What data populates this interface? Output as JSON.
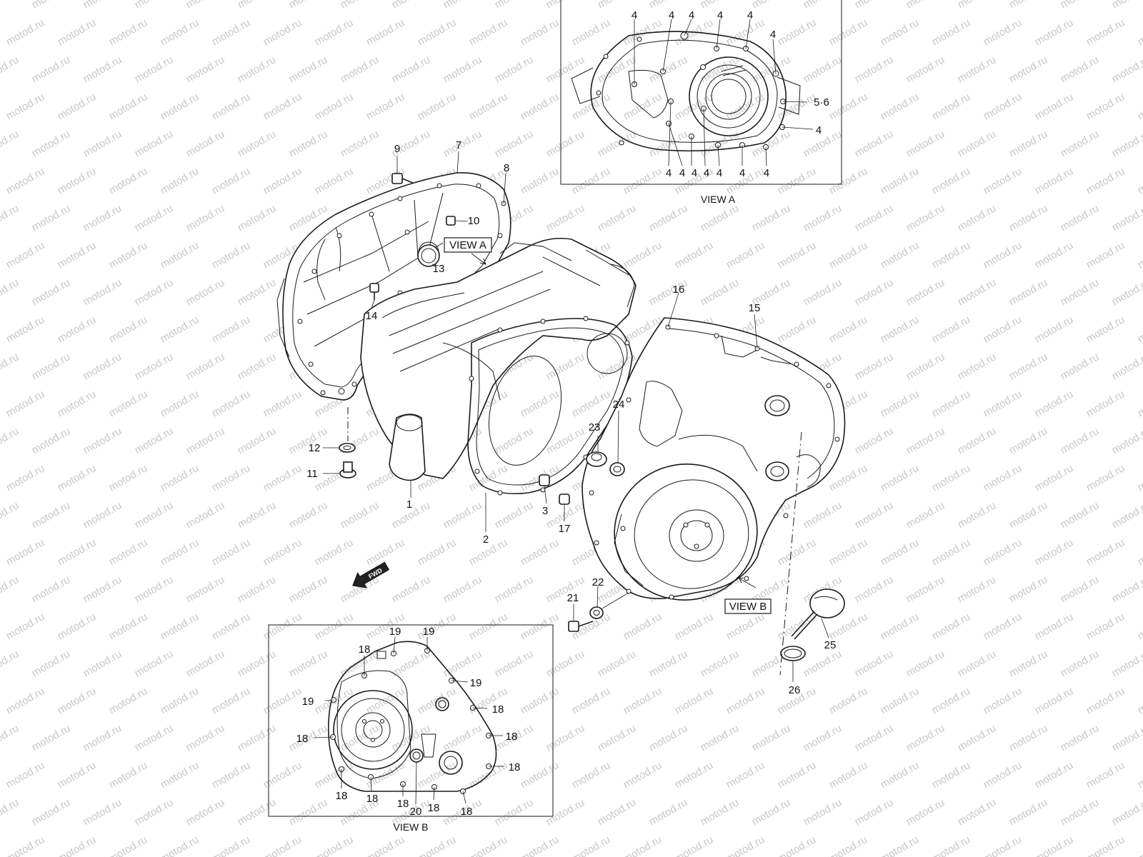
{
  "watermark": {
    "text": "motod.ru",
    "color": "#c8c8c8"
  },
  "views": {
    "view_a": {
      "caption": "VIEW A"
    },
    "view_b": {
      "caption": "VIEW B"
    }
  },
  "arrow_tags": {
    "view_a": "VIEW A",
    "view_b": "VIEW B",
    "fwd": "FWD"
  },
  "callouts": {
    "main": [
      "1",
      "2",
      "3",
      "7",
      "8",
      "9",
      "10",
      "11",
      "12",
      "13",
      "14",
      "15",
      "16",
      "17",
      "21",
      "22",
      "23",
      "24",
      "25",
      "26"
    ],
    "view_a": [
      "4",
      "4",
      "4",
      "4",
      "4",
      "4",
      "4",
      "4",
      "4",
      "4",
      "4",
      "4",
      "4",
      "4",
      "4",
      "4",
      "4",
      "5·6"
    ],
    "view_b": [
      "19",
      "19",
      "18",
      "19",
      "19",
      "18",
      "18",
      "18",
      "18",
      "18",
      "18",
      "18",
      "18",
      "18",
      "20",
      "18"
    ]
  }
}
